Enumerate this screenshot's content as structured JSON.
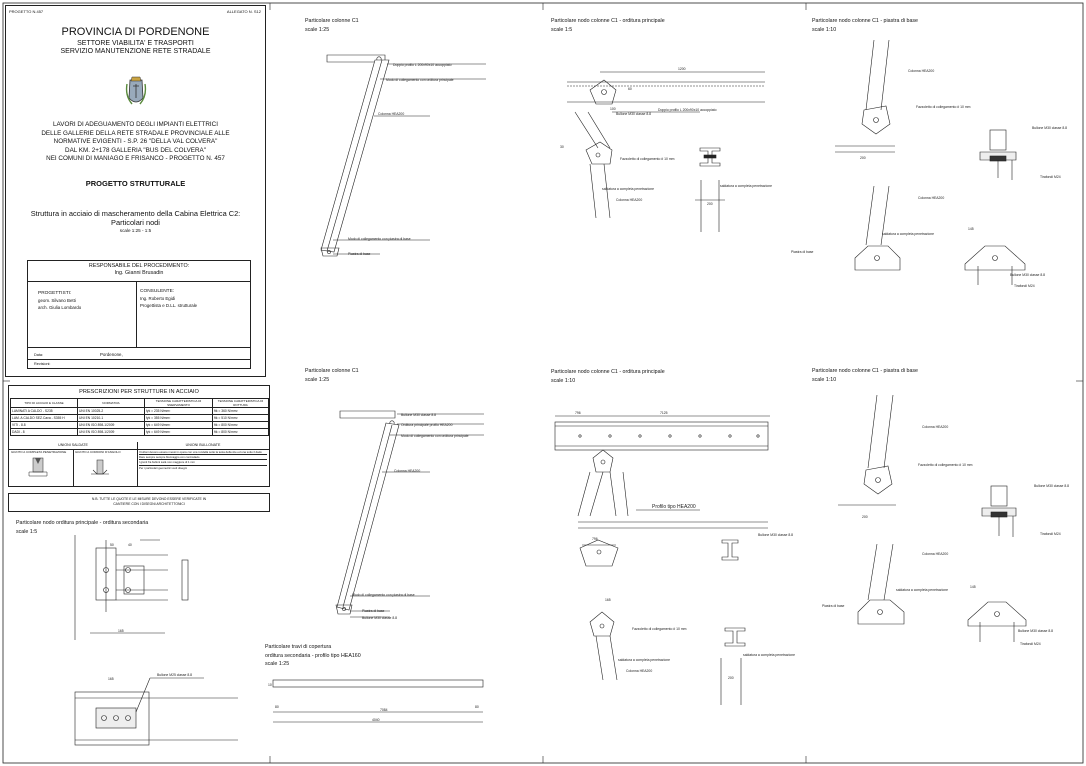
{
  "title_block": {
    "project_no": "PROGETTO N.457",
    "attachment_no": "ALLEGATO N. S12",
    "province": "PROVINCIA DI PORDENONE",
    "sector": "SETTORE VIABILITA' E TRASPORTI",
    "service": "SERVIZIO MANUTENZIONE RETE STRADALE",
    "works_lines": [
      "LAVORI DI ADEGUAMENTO DEGLI IMPIANTI ELETTRICI",
      "DELLE GALLERIE DELLA RETE STRADALE PROVINCIALE ALLE",
      "NORMATIVE EVIGENTI - S.P. 26 \"DELLA VAL COLVERA\"",
      "DAL KM. 2+178 GALLERIA \"BUS DEL COLVERA\"",
      "NEI COMUNI DI MANIAGO E FRISANCO - PROGETTO N. 457"
    ],
    "project_type": "PROGETTO STRUTTURALE",
    "drawing_title_1": "Struttura in acciaio di mascheramento della Cabina Elettrica C2:",
    "drawing_title_2": "Particolari nodi",
    "scale": "scale 1:25 - 1:5",
    "responsible_label": "RESPONSABILE DEL PROCEDIMENTO:",
    "responsible_name": "Ing. Gianni Brusadin",
    "designers_label": "PROGETTISTI:",
    "designer_1": "geom. Silvano Betti",
    "designer_2": "arch. Giulia Lombardo",
    "consultant_label": "CONSULENTE:",
    "consultant_name": "Ing. Roberto Egidi",
    "consultant_role": "Progettista e D.LL. strutturale",
    "date_label": "Data:",
    "date_value": "Pordenone,",
    "revision_label": "Revisioni:"
  },
  "prescriptions": {
    "title": "PRESCRIZIONI PER STRUTTURE IN ACCIAIO",
    "headers": [
      "TIPO DI ACCIAIO E CLASSE",
      "NORMATIVA",
      "TENSIONE CARATTERISTICA DI SNERVAMENTO",
      "TENSIONE CARATTERISTICA DI ROTTURA"
    ],
    "rows": [
      [
        "LAMINATI A CALDO - S235",
        "UNI EN 10025-2",
        "fyk = 235 N/mm²",
        "ftk = 360 N/mm²"
      ],
      [
        "LAM. A CALDO SEZ.Cava - S355 H",
        "UNI EN 10210-1",
        "fyk = 355 N/mm²",
        "ftk = 510 N/mm²"
      ],
      [
        "VITI - 8.8",
        "UNI EN ISO 898-1/2009",
        "fyk = 649 N/mm²",
        "ftk = 800 N/mm²"
      ],
      [
        "DADI - 8",
        "UNI EN ISO 898-1/2009",
        "fyk = 649 N/mm²",
        "ftk = 800 N/mm²"
      ]
    ],
    "welds_title": "UNIONI SALDATE",
    "bolts_title": "UNIONI BULLONATE",
    "weld_full": "GIUNTO A COMPLETA PENETRAZIONE",
    "weld_fillet": "GIUNTO A CORDONI D'ANGOLO",
    "bolt_notes": [
      "I bulloni devono essere messi in opera con una rondella sotto la testa della vite ed una sotto il dado",
      "Dare sempre sempre bloccaggio con controdado",
      "I giunti fra bulloni sarà non maggiore di 1 mm",
      "Per i particolari geometrici vedi disegni"
    ],
    "note": "N.B. TUTTE LE QUOTE E LE MISURE DEVONO ESSERE VERIFICATE IN CANTIERE CON I DISEGNI ARCHITETTONICI"
  },
  "details": {
    "col_c1_a": {
      "title": "Particolare colonne C1",
      "scale": "scale 1:25"
    },
    "node_main_a": {
      "title": "Particolare nodo colonne C1 - orditura principale",
      "scale": "scale 1:5"
    },
    "base_a": {
      "title": "Particolare nodo colonne C1 - piastra di base",
      "scale": "scale 1:10"
    },
    "col_c1_b": {
      "title": "Particolare colonne C1",
      "scale": "scale 1:25"
    },
    "node_main_b": {
      "title": "Particolare nodo colonne C1 - orditura principale",
      "scale": "scale 1:10"
    },
    "base_b": {
      "title": "Particolare nodo colonne C1 - piastra di base",
      "scale": "scale 1:10"
    },
    "node_secondary": {
      "title": "Particolare nodo orditura principale - orditura secondaria",
      "scale": "scale 1:5"
    },
    "roof_beams": {
      "title": "Particolare travi di copertura",
      "subtitle": "orditura secondaria - profilo tipo HEA160",
      "scale": "scale 1:25"
    }
  },
  "labels": {
    "double_profile": "Doppio profilo L 200x90x10 accoppiato",
    "conn_main": "Modo di collegamento con orditura principale",
    "column_hea": "Colonna HEA200",
    "conn_base": "Modo di collegamento con piastra di base",
    "base_plate": "Piastra di base",
    "bolt_m30": "Bullone M30 classe 8.8",
    "bolt_m25": "Bullone M25 classe 8.8",
    "gusset": "Fazzoletto di collegamento # 10 mm",
    "weld_full": "saldatura a completa penetrazione",
    "tie_rods": "Tirafondi M24",
    "hea200_main": "Orditura principale profilo HEA200",
    "profile_hea200": "Profilo tipo HEA200"
  },
  "dims": {
    "d1200": "1200",
    "d200": "200",
    "d100": "100",
    "d60": "60",
    "d40": "40",
    "d165": "165",
    "d7125": "7125",
    "d7084": "7084",
    "d4040": "4040",
    "d80": "80",
    "d10": "10",
    "d796": "796",
    "d145": "145",
    "d50": "50",
    "d30": "30"
  },
  "colors": {
    "line": "#222222",
    "hatch": "#777777"
  }
}
